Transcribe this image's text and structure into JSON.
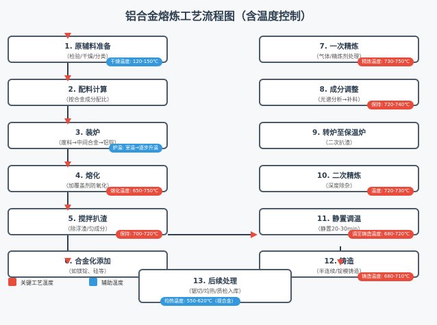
{
  "title": "铝合金熔炼工艺流程图（含温度控制）",
  "steps": [
    {
      "name": "1. 原辅料准备",
      "sub": "（检验/干燥/分类）",
      "badge": "干燥温度: 120-150℃",
      "badge_color": "blue"
    },
    {
      "name": "2. 配料计算",
      "sub": "（按合金成分配比）",
      "badge": "",
      "badge_color": ""
    },
    {
      "name": "3. 装炉",
      "sub": "（废料→中间合金→铝锭）",
      "badge": "炉温: 室温→逐步升温",
      "badge_color": "blue"
    },
    {
      "name": "4. 熔化",
      "sub": "（加覆盖剂防氧化）",
      "badge": "熔化温度: 650-750℃",
      "badge_color": "red"
    },
    {
      "name": "5. 搅拌扒渣",
      "sub": "（除浮渣/匀成分）",
      "badge": "保持: 700-720℃",
      "badge_color": "red"
    },
    {
      "name": "6. 合金化添加",
      "sub": "（如镁锭、硅等）",
      "badge": "",
      "badge_color": ""
    },
    {
      "name": "7. 一次精炼",
      "sub": "（气体/精炼剂处理）",
      "badge": "精炼温度: 730-750℃",
      "badge_color": "red"
    },
    {
      "name": "8. 成分调整",
      "sub": "（光谱分析→补料）",
      "badge": "保持: 720-740℃",
      "badge_color": "red"
    },
    {
      "name": "9. 转炉至保温炉",
      "sub": "（二次扒渣）",
      "badge": "",
      "badge_color": ""
    },
    {
      "name": "10. 二次精炼",
      "sub": "（深度除杂）",
      "badge": "温度: 720-730℃",
      "badge_color": "red"
    },
    {
      "name": "11. 静置调温",
      "sub": "（静置20-30min）",
      "badge": "调至铸造温度: 680-720℃",
      "badge_color": "red"
    },
    {
      "name": "12. 铸造",
      "sub": "（半连续/锭模铸造）",
      "badge": "铸造温度: 680-710℃",
      "badge_color": "red"
    },
    {
      "name": "13. 后续处理",
      "sub": "（锯切/均热/质检入库）",
      "badge": "均热温度: 550-620℃（视合金）",
      "badge_color": "blue"
    }
  ],
  "legend": {
    "critical": "关键工艺温度",
    "auxiliary": "辅助温度"
  },
  "colors": {
    "red": "#e74c3c",
    "blue": "#3498db",
    "border": "#4a5a6a"
  }
}
